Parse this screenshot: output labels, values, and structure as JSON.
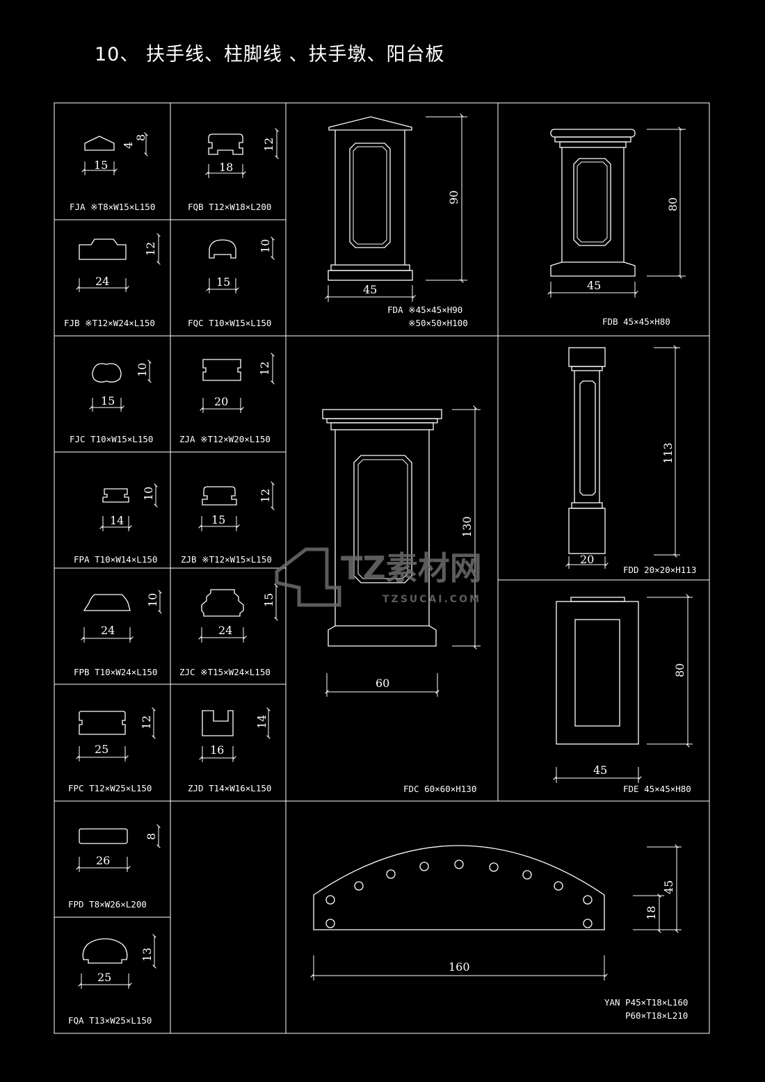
{
  "title": "10、 扶手线、柱脚线 、扶手墩、阳台板",
  "watermark": {
    "brand": "TZ素材网",
    "url": "TZSUCAI.COM"
  },
  "profiles": [
    {
      "id": "fja",
      "label": "FJA ※T8×W15×L150",
      "w": "15",
      "h": "8",
      "h2": "4"
    },
    {
      "id": "fqb",
      "label": "FQB T12×W18×L200",
      "w": "18",
      "h": "12"
    },
    {
      "id": "fjb",
      "label": "FJB ※T12×W24×L150",
      "w": "24",
      "h": "12"
    },
    {
      "id": "fqc",
      "label": "FQC T10×W15×L150",
      "w": "15",
      "h": "10"
    },
    {
      "id": "fjc",
      "label": "FJC  T10×W15×L150",
      "w": "15",
      "h": "10"
    },
    {
      "id": "zja",
      "label": "ZJA ※T12×W20×L150",
      "w": "20",
      "h": "12"
    },
    {
      "id": "fpa",
      "label": "FPA T10×W14×L150",
      "w": "14",
      "h": "10"
    },
    {
      "id": "zjb",
      "label": "ZJB ※T12×W15×L150",
      "w": "15",
      "h": "12"
    },
    {
      "id": "fpb",
      "label": "FPB T10×W24×L150",
      "w": "24",
      "h": "10"
    },
    {
      "id": "zjc",
      "label": "ZJC ※T15×W24×L150",
      "w": "24",
      "h": "15"
    },
    {
      "id": "fpc",
      "label": "FPC  T12×W25×L150",
      "w": "25",
      "h": "12"
    },
    {
      "id": "zjd",
      "label": "ZJD T14×W16×L150",
      "w": "16",
      "h": "14"
    },
    {
      "id": "fpd",
      "label": "FPD  T8×W26×L200",
      "w": "26",
      "h": "8"
    },
    {
      "id": "fqa",
      "label": "FQA  T13×W25×L150",
      "w": "25",
      "h": "13"
    }
  ],
  "pillars": {
    "fda": {
      "label1": "FDA ※45×45×H90",
      "label2": "※50×50×H100",
      "w": "45",
      "h": "90"
    },
    "fdb": {
      "label": "FDB  45×45×H80",
      "w": "45",
      "h": "80"
    },
    "fdc": {
      "label": "FDC 60×60×H130",
      "w": "60",
      "h": "130"
    },
    "fdd": {
      "label": "FDD 20×20×H113",
      "w": "20",
      "h": "113"
    },
    "fde": {
      "label": "FDE 45×45×H80",
      "w": "45",
      "h": "80"
    }
  },
  "balcony": {
    "label1": "YAN P45×T18×L160",
    "label2": "P60×T18×L210",
    "l": "160",
    "p": "45",
    "t": "18"
  }
}
